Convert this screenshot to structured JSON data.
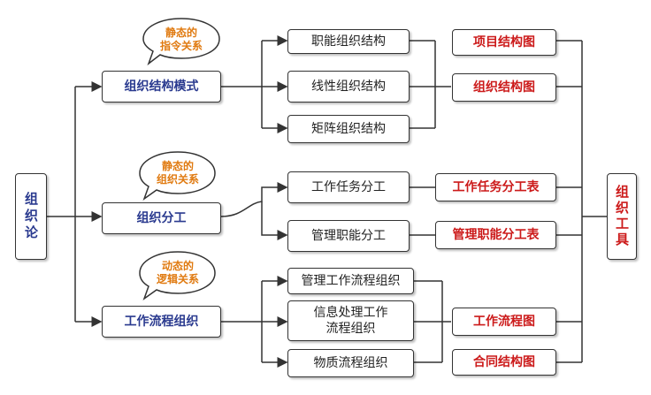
{
  "root": "组织论",
  "tool_title": "组织工具",
  "categories": [
    {
      "label": "组织结构模式",
      "bubble": [
        "静态的",
        "指令关系"
      ]
    },
    {
      "label": "组织分工",
      "bubble": [
        "静态的",
        "组织关系"
      ]
    },
    {
      "label": "工作流程组织",
      "bubble": [
        "动态的",
        "逻辑关系"
      ]
    }
  ],
  "items": [
    "职能组织结构",
    "线性组织结构",
    "矩阵组织结构",
    "工作任务分工",
    "管理职能分工",
    "管理工作流程组织",
    [
      "信息处理工作",
      "流程组织"
    ],
    "物质流程组织"
  ],
  "tools": [
    "项目结构图",
    "组织结构图",
    "工作任务分工表",
    "管理职能分工表",
    "工作流程图",
    "合同结构图"
  ],
  "colors": {
    "category": "#2a3a8f",
    "tool": "#cc1a1a",
    "bubble_text": "#e07a10",
    "line": "#333333"
  }
}
